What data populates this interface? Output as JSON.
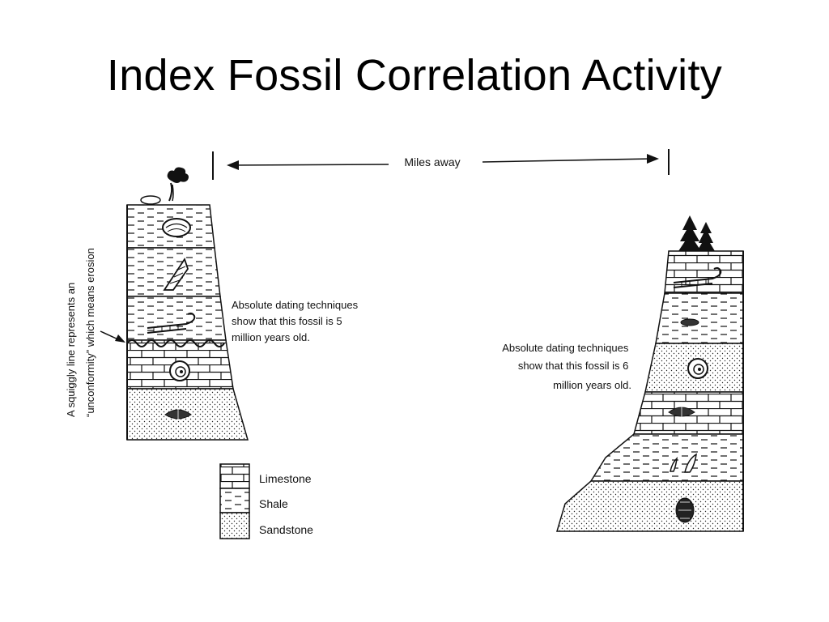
{
  "title": "Index Fossil Correlation Activity",
  "diagram": {
    "distance_label": "Miles away",
    "side_note": [
      "A squiggly line represents an",
      "“unconformity” which means erosion"
    ],
    "left_note": [
      "Absolute dating techniques",
      "show that this fossil is 5",
      "million years old."
    ],
    "right_note": [
      "Absolute dating techniques",
      "show that this fossil is 6",
      "million years old."
    ],
    "legend": [
      {
        "label": "Limestone",
        "pattern": "limestone"
      },
      {
        "label": "Shale",
        "pattern": "shale"
      },
      {
        "label": "Sandstone",
        "pattern": "sandstone"
      }
    ]
  }
}
